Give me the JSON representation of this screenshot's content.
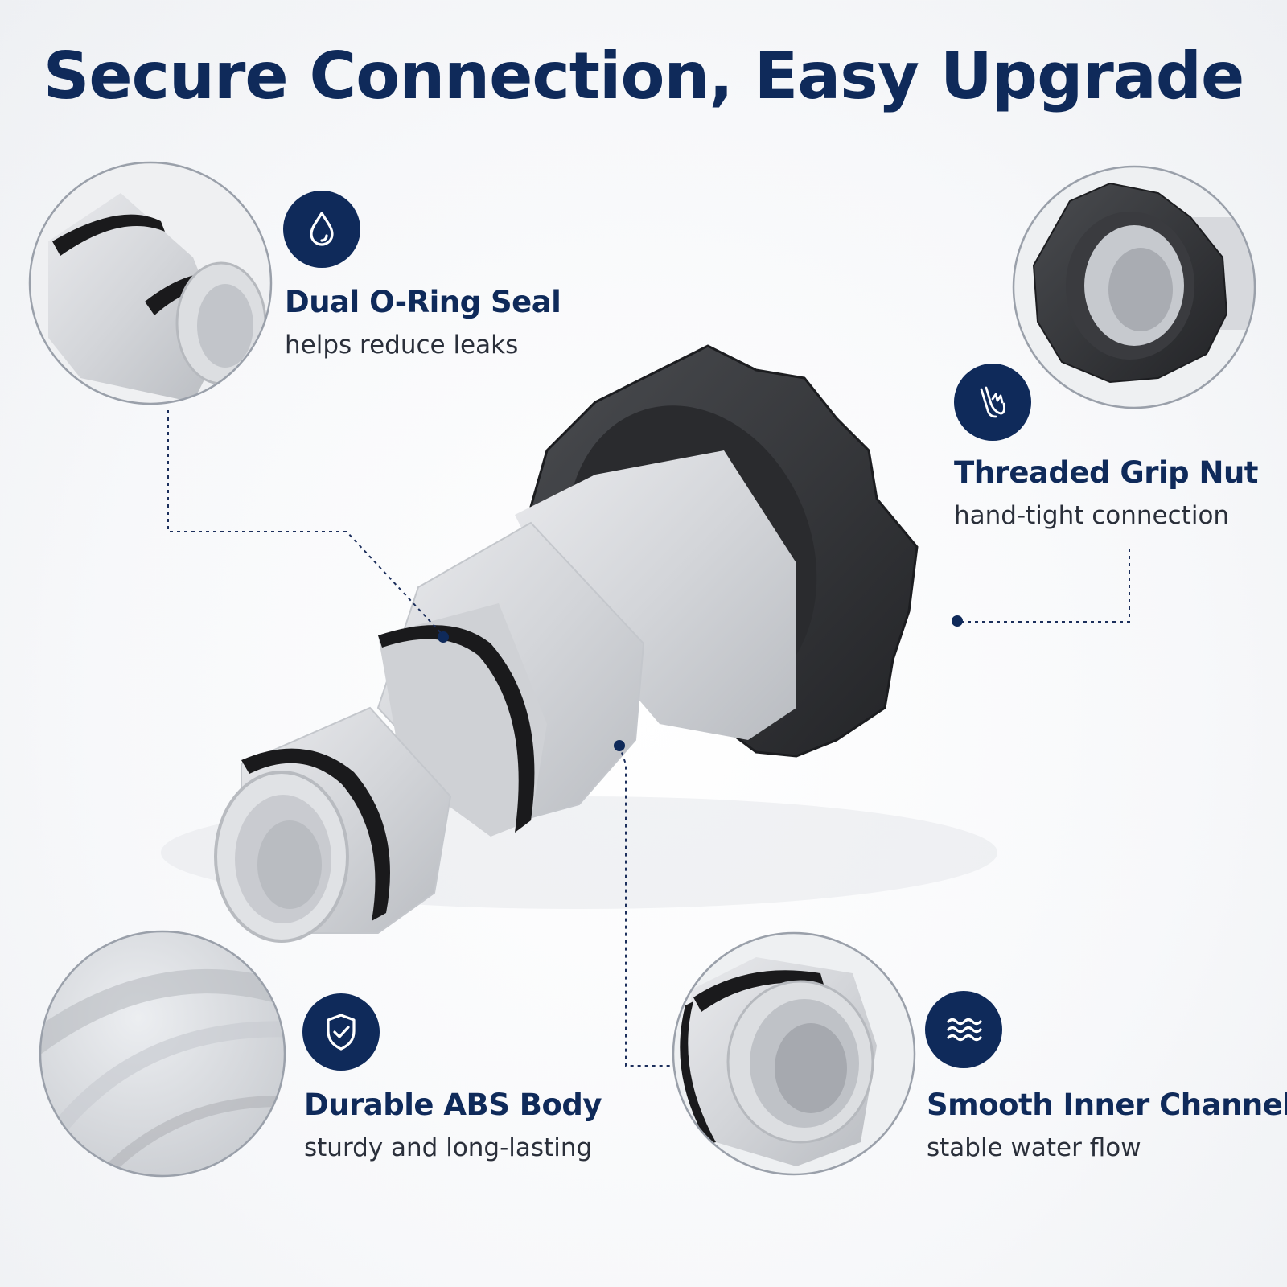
{
  "headline": "Secure Connection, Easy Upgrade",
  "colors": {
    "navy": "#0f2a5a",
    "part_gray": "#d4d6da",
    "nut_black": "#2e3033",
    "oring_black": "#1a1a1c"
  },
  "features": [
    {
      "icon": "water-drop-icon",
      "title": "Dual O-Ring Seal",
      "subtitle": "helps reduce leaks"
    },
    {
      "icon": "hand-tighten-icon",
      "title": "Threaded Grip Nut",
      "subtitle": "hand-tight connection"
    },
    {
      "icon": "shield-check-icon",
      "title": "Durable ABS Body",
      "subtitle": "sturdy and long-lasting"
    },
    {
      "icon": "water-waves-icon",
      "title": "Smooth Inner Channel",
      "subtitle": "stable water flow"
    }
  ]
}
